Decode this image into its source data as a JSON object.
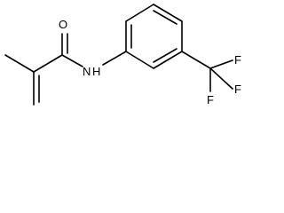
{
  "molecule": {
    "atoms": {
      "carbonyl_oxygen": "O",
      "amide_nitrogen": "N",
      "amide_hydrogen": "H",
      "fluorine_1": "F",
      "fluorine_2": "F",
      "fluorine_3": "F"
    }
  }
}
